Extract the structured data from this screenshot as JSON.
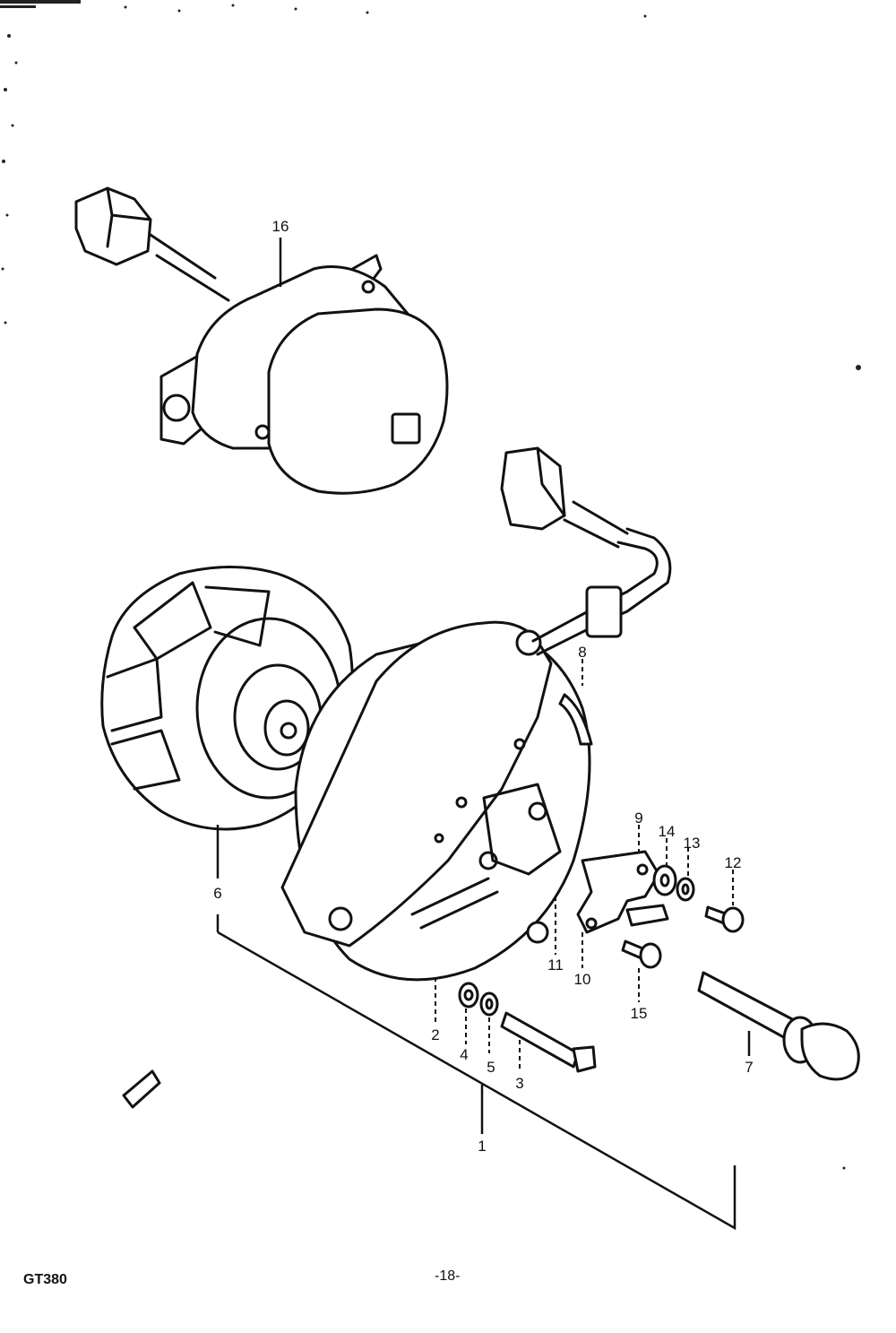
{
  "callouts": {
    "n1": "1",
    "n2": "2",
    "n3": "3",
    "n4": "4",
    "n5": "5",
    "n6": "6",
    "n7": "7",
    "n8": "8",
    "n9": "9",
    "n10": "10",
    "n11": "11",
    "n12": "12",
    "n13": "13",
    "n14": "14",
    "n15": "15",
    "n16": "16"
  },
  "footer": {
    "model": "GT380",
    "page_number": "-18-"
  }
}
